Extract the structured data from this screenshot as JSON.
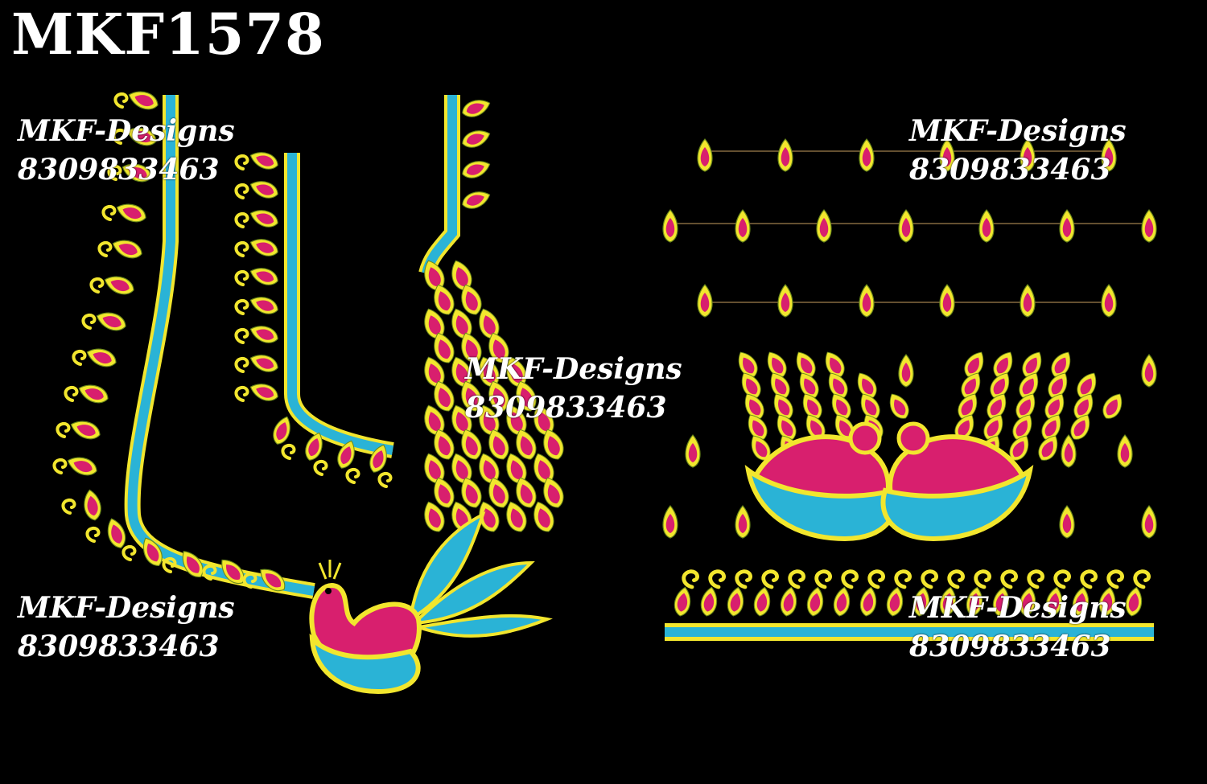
{
  "design_code": "MKF1578",
  "watermarks": [
    {
      "brand": "MKF-Designs",
      "phone": "8309833463"
    },
    {
      "brand": "MKF-Designs",
      "phone": "8309833463"
    },
    {
      "brand": "MKF-Designs",
      "phone": "8309833463"
    },
    {
      "brand": "MKF-Designs",
      "phone": "8309833463"
    },
    {
      "brand": "MKF-Designs",
      "phone": "8309833463"
    }
  ],
  "colors": {
    "background": "#000000",
    "thread_yellow": "#f2e62e",
    "thread_magenta": "#d81f6e",
    "thread_cyan": "#2ab3d6",
    "outline_green": "#6b8a1a",
    "watermark": "#ffffff"
  }
}
